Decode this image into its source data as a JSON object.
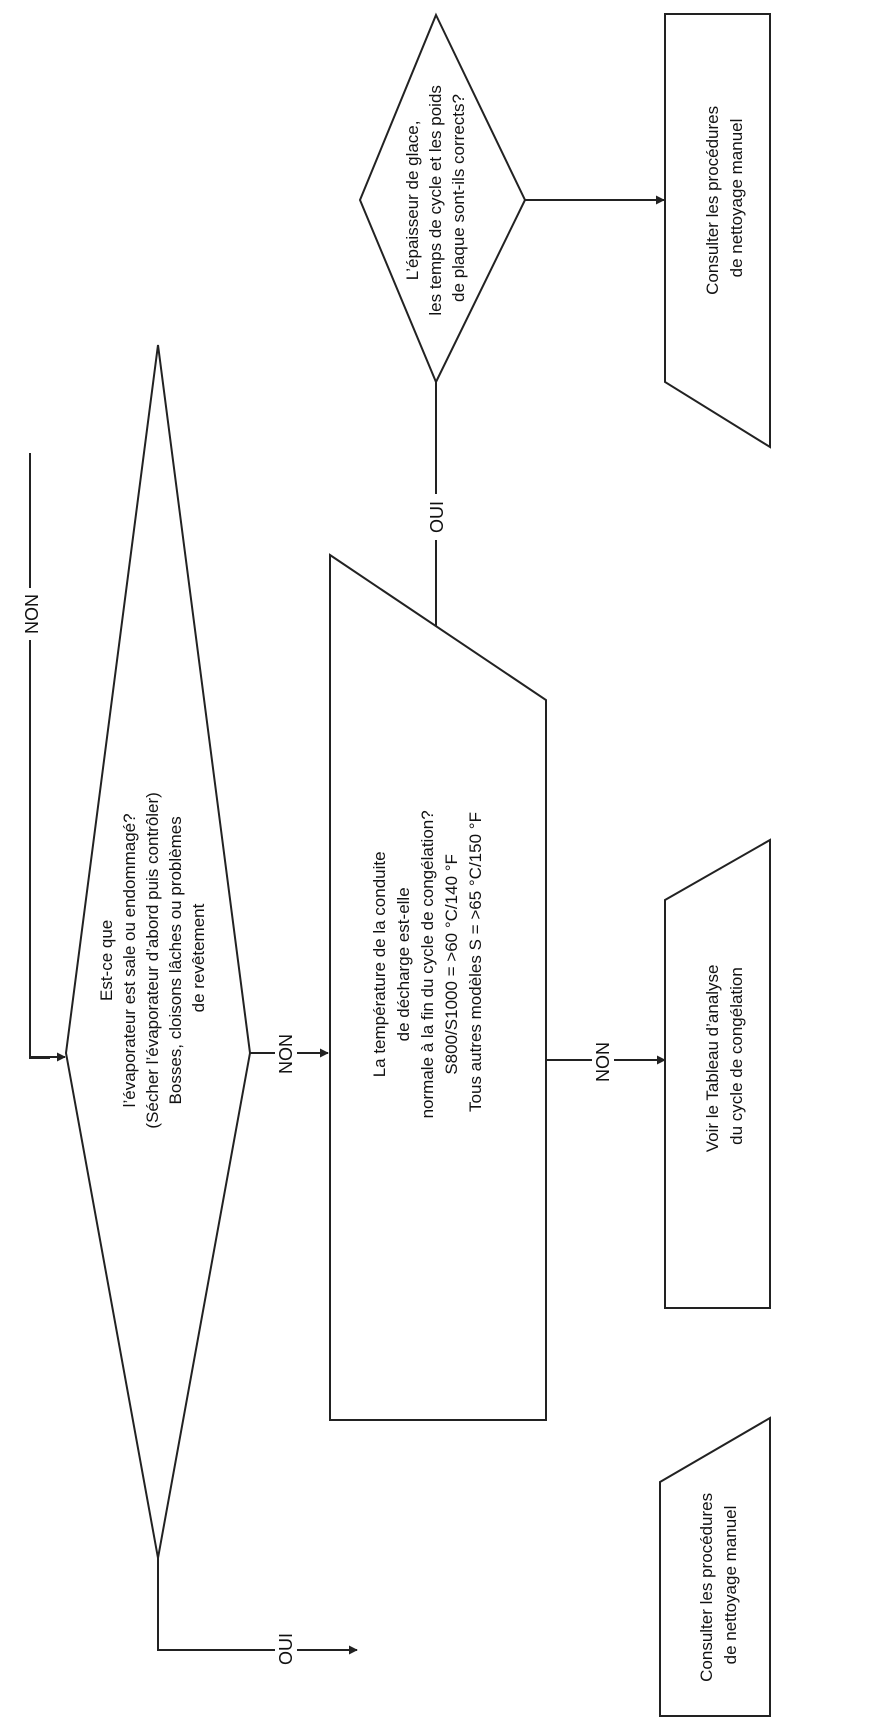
{
  "labels": {
    "non_top": "NON",
    "non_mid": "NON",
    "non_bottom": "NON",
    "oui_left": "OUI",
    "oui_right": "OUI"
  },
  "decision_evaporator": {
    "lines": [
      "Est-ce que",
      "l’évaporateur est sale ou endommagé?",
      "(Sécher l’évaporateur d’abord puis contrôler)",
      "Bosses, cloisons lâches ou problèmes",
      "de revêtement"
    ]
  },
  "step_discharge": {
    "lines": [
      "La température de la conduite",
      "de décharge est-elle",
      "normale à la fin du cycle de congélation?",
      "S800/S1000 = >60 °C/140 °F",
      "Tous autres modèles S = >65 °C/150 °F"
    ]
  },
  "decision_ice": {
    "lines": [
      "L’épaisseur de glace,",
      "les temps de cycle et les poids",
      "de plaque sont-ils corrects?"
    ]
  },
  "end_left": {
    "lines": [
      "Consulter les procédures",
      "de nettoyage manuel"
    ]
  },
  "end_middle": {
    "lines": [
      "Voir le Tableau d’analyse",
      "du cycle de congélation"
    ]
  },
  "end_right": {
    "lines": [
      "Consulter les procédures",
      "de nettoyage manuel"
    ]
  }
}
